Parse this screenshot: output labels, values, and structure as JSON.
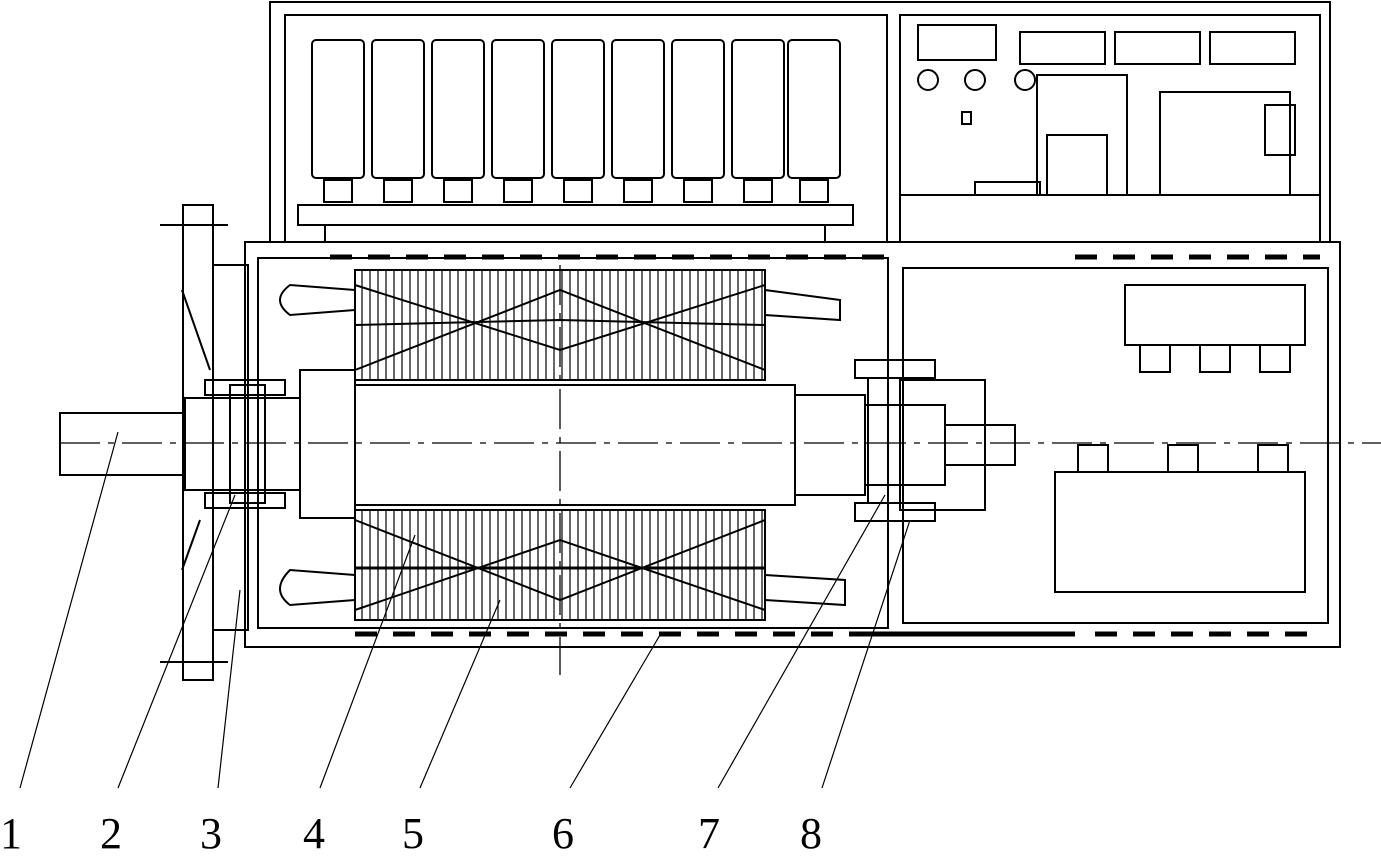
{
  "figure": {
    "labels": [
      "1",
      "2",
      "3",
      "4",
      "5",
      "6",
      "7",
      "8"
    ],
    "colors": {
      "line": "#000000",
      "background": "#ffffff"
    }
  }
}
